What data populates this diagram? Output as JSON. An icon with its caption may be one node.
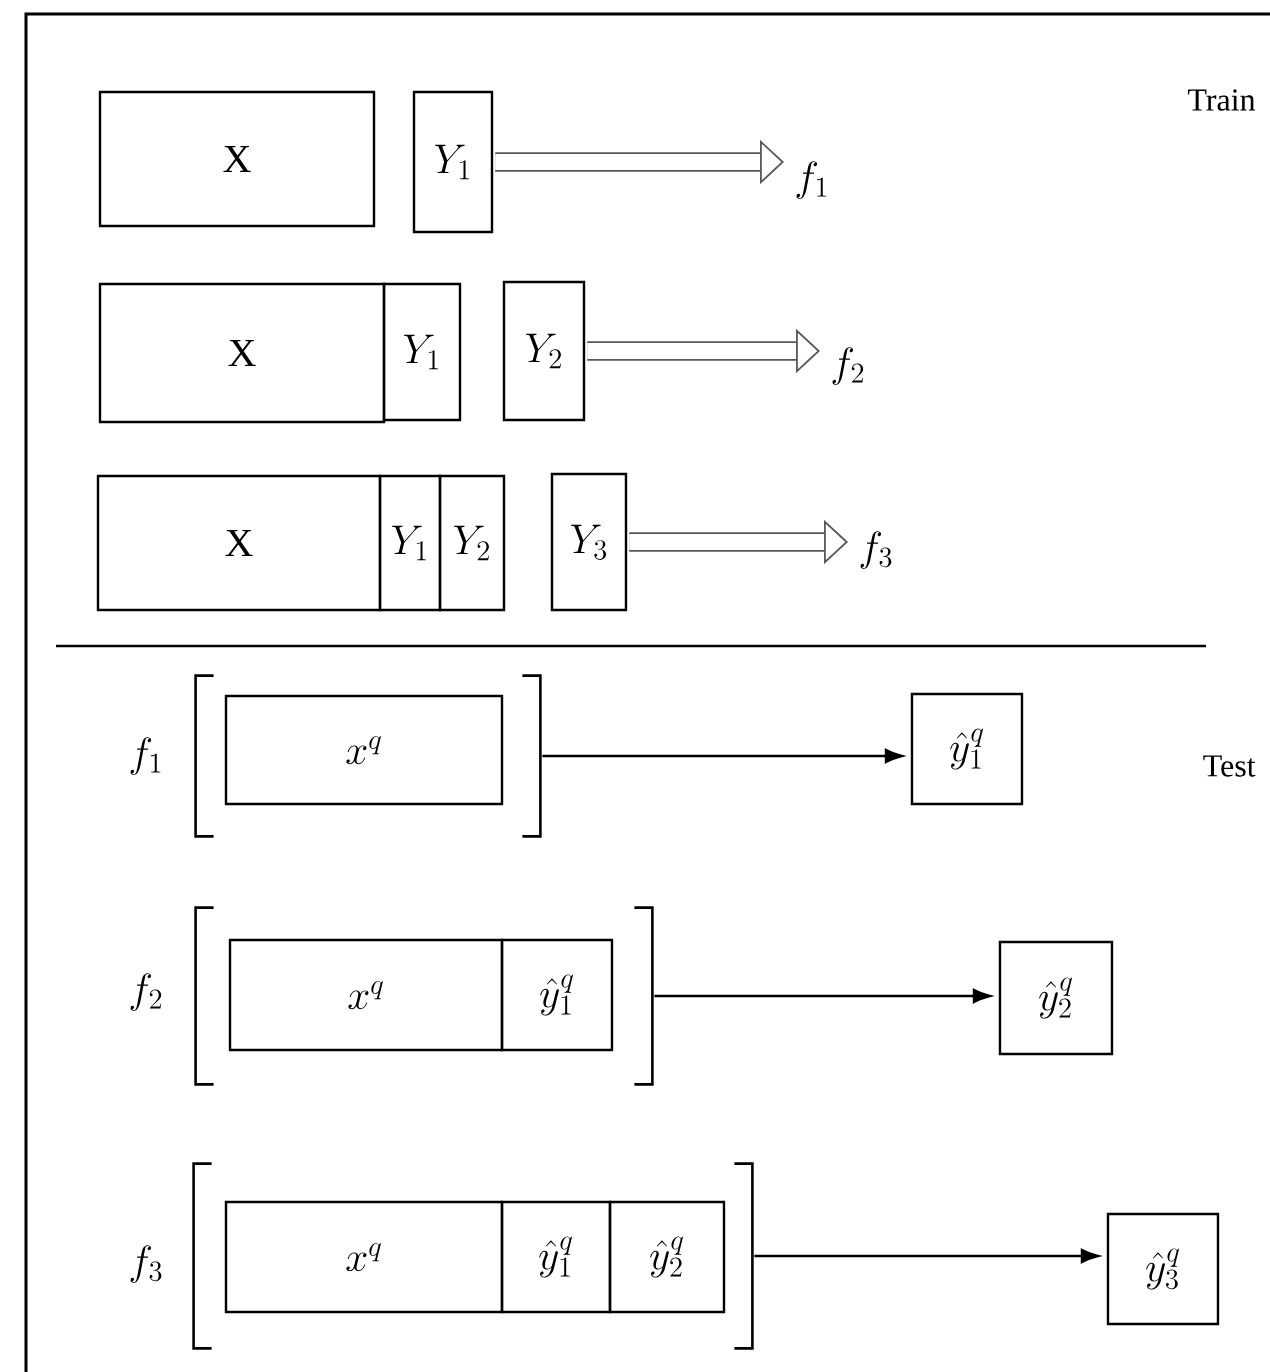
{
  "diagram": {
    "nodes": [
      {
        "text": [
          "X"
        ]
      },
      {
        "text": [
          "Y_1"
        ]
      },
      {
        "text": [
          "f_1"
        ]
      },
      {
        "text": [
          "X"
        ]
      },
      {
        "text": [
          "Y_1"
        ]
      },
      {
        "text": [
          "Y_2"
        ]
      },
      {
        "text": [
          "f_2"
        ]
      },
      {
        "text": [
          "X"
        ]
      },
      {
        "text": [
          "Y_1"
        ]
      },
      {
        "text": [
          "Y_2"
        ]
      },
      {
        "text": [
          "Y_3"
        ]
      },
      {
        "text": [
          "f_3"
        ]
      },
      {
        "text": [
          "f_1"
        ]
      },
      {
        "text": [],
        "shape": "bracket"
      },
      {
        "text": [
          "x^q"
        ],
        "in": 13
      },
      {
        "text": [
          "{\\hat{y}_1}^q"
        ]
      },
      {
        "text": [
          "f_2"
        ]
      },
      {
        "text": [],
        "shape": "bracket"
      },
      {
        "text": [
          "x^q"
        ],
        "in": 17
      },
      {
        "text": [
          "{\\hat{y}_1}^q"
        ],
        "in": 17
      },
      {
        "text": [
          "{\\hat{y}_2}^q"
        ]
      },
      {
        "text": [
          "f_3"
        ]
      },
      {
        "text": [],
        "shape": "bracket"
      },
      {
        "text": [
          "x^q"
        ],
        "in": 22
      },
      {
        "text": [
          "{\\hat{y}_1}^q"
        ],
        "in": 22
      },
      {
        "text": [
          "{\\hat{y}_2}^q"
        ],
        "in": 22
      },
      {
        "text": [
          "{\\hat{y}_3}^q"
        ]
      }
    ],
    "edges": [
      {
        "from": 1,
        "to": 2,
        "arrow": "to",
        "style": "thick"
      },
      {
        "from": 5,
        "to": 6,
        "arrow": "to",
        "style": "thick"
      },
      {
        "from": 10,
        "to": 11,
        "arrow": "to",
        "style": "thick"
      },
      {
        "from": 13,
        "to": 15,
        "arrow": "to"
      },
      {
        "from": 17,
        "to": 20,
        "arrow": "to"
      },
      {
        "from": 22,
        "to": 26,
        "arrow": "to"
      }
    ],
    "labels": [
      "Train",
      "Test"
    ]
  }
}
